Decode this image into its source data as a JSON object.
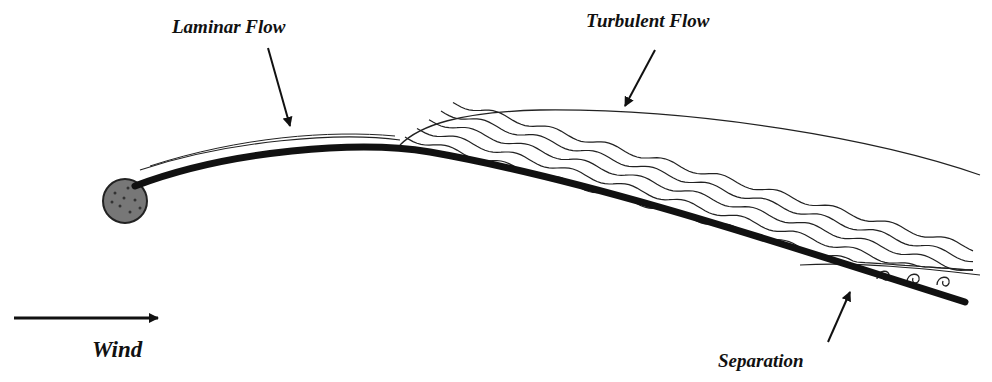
{
  "diagram": {
    "labels": [
      "Laminar Flow",
      "Turbulent Flow",
      "Wind",
      "Separation"
    ]
  }
}
